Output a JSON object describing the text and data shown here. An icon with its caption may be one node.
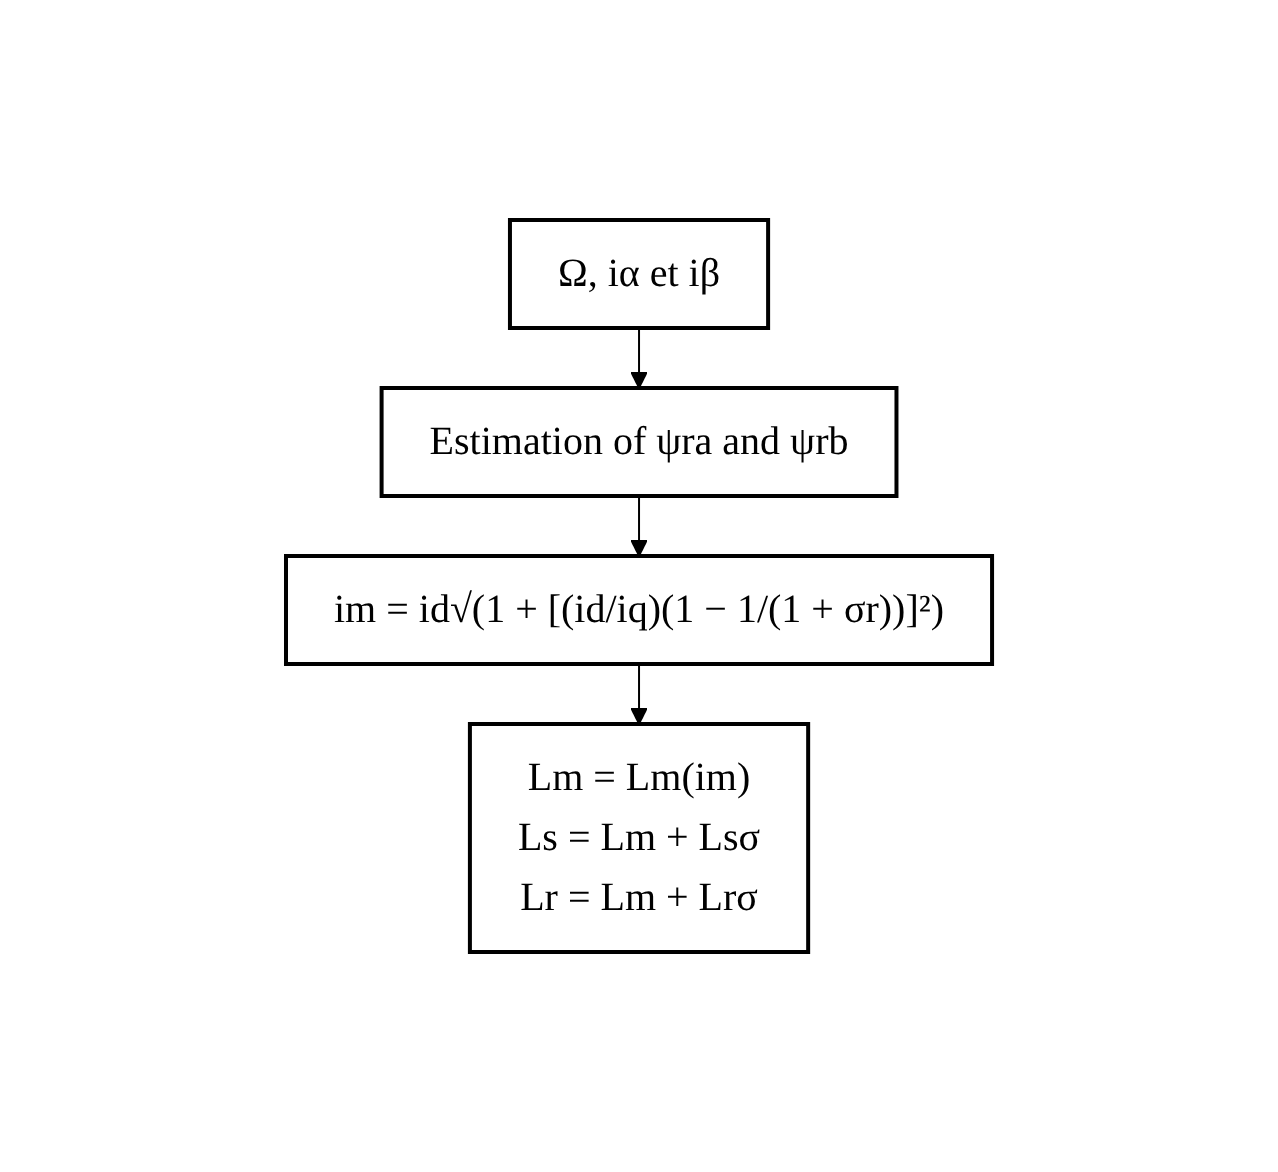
{
  "diagram": {
    "nodes": [
      {
        "text": [
          "Ω, iα et iβ"
        ]
      },
      {
        "text": [
          "Estimation of ψra and ψrb"
        ]
      },
      {
        "text": [
          "im = id√(1 + [(id/iq)(1 − 1/(1 + σr))]²)"
        ]
      },
      {
        "text": [
          "Lm = Lm(im)",
          "Ls = Lm + Lsσ",
          "Lr = Lm + Lrσ"
        ]
      }
    ],
    "edges": [
      {
        "from": 0,
        "to": 1,
        "arrow": "to"
      },
      {
        "from": 1,
        "to": 2,
        "arrow": "to"
      },
      {
        "from": 2,
        "to": 3,
        "arrow": "to"
      }
    ]
  }
}
